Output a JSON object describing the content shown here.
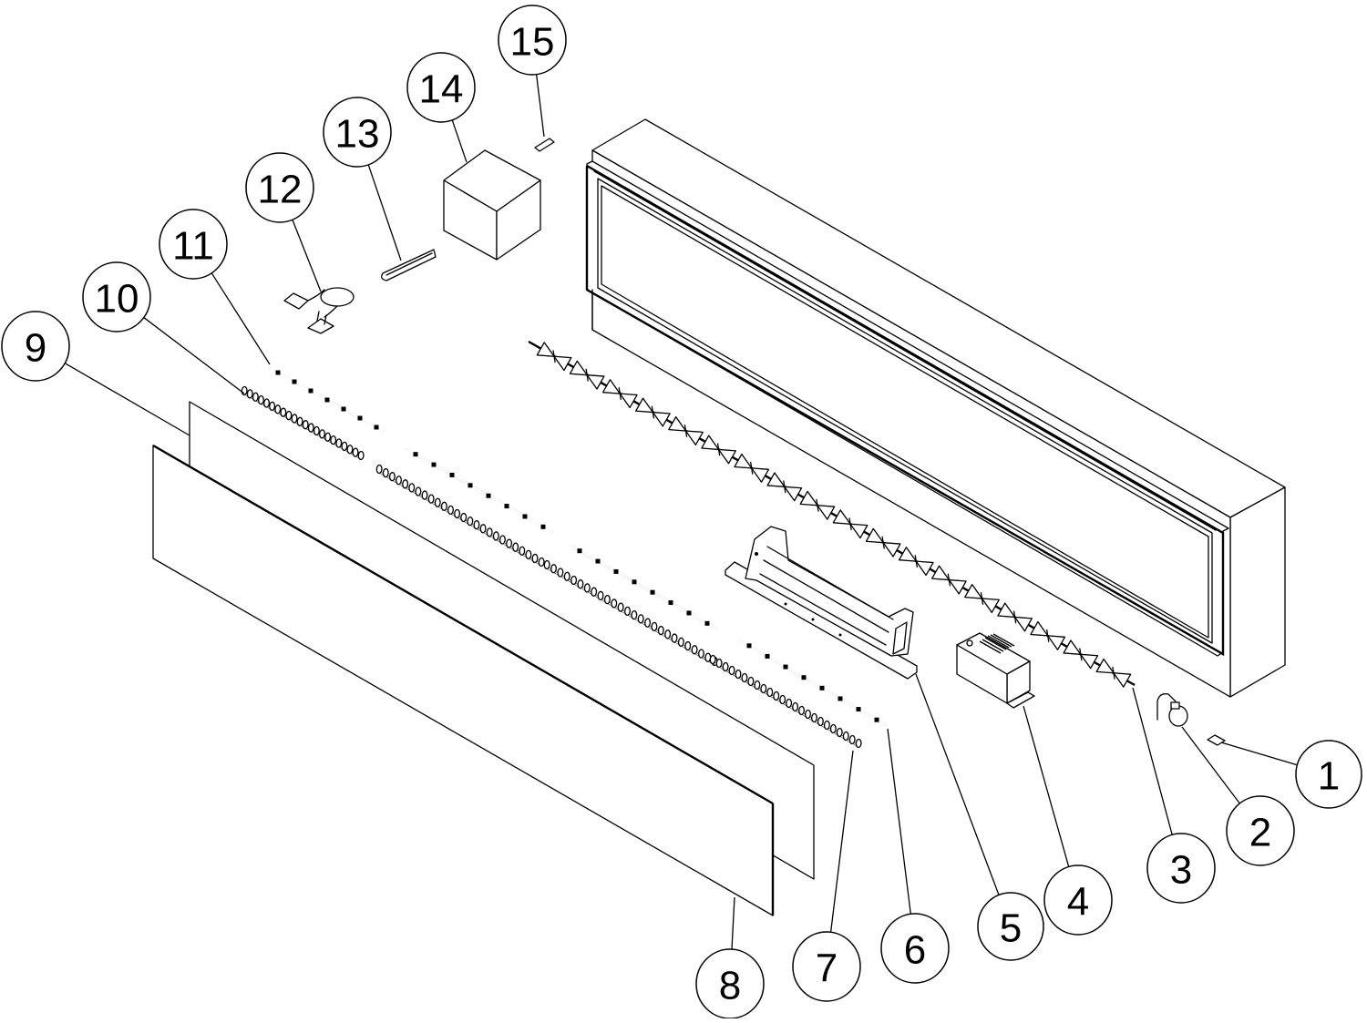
{
  "diagram": {
    "type": "exploded-parts-view",
    "colors": {
      "line": "#000000",
      "background": "#ffffff"
    },
    "callouts": [
      {
        "number": "1",
        "part": "small-clip"
      },
      {
        "number": "2",
        "part": "motor"
      },
      {
        "number": "3",
        "part": "flame-effect-rod"
      },
      {
        "number": "4",
        "part": "control-box"
      },
      {
        "number": "5",
        "part": "heater-assembly"
      },
      {
        "number": "6",
        "part": "led-strip-front-3"
      },
      {
        "number": "7",
        "part": "led-strip-rear-3"
      },
      {
        "number": "8",
        "part": "front-glass"
      },
      {
        "number": "9",
        "part": "back-panel"
      },
      {
        "number": "10",
        "part": "led-strip-rear-1"
      },
      {
        "number": "11",
        "part": "led-strip-front-1"
      },
      {
        "number": "12",
        "part": "power-cord"
      },
      {
        "number": "13",
        "part": "remote-control"
      },
      {
        "number": "14",
        "part": "crystal-box"
      },
      {
        "number": "15",
        "part": "fuse"
      }
    ]
  }
}
